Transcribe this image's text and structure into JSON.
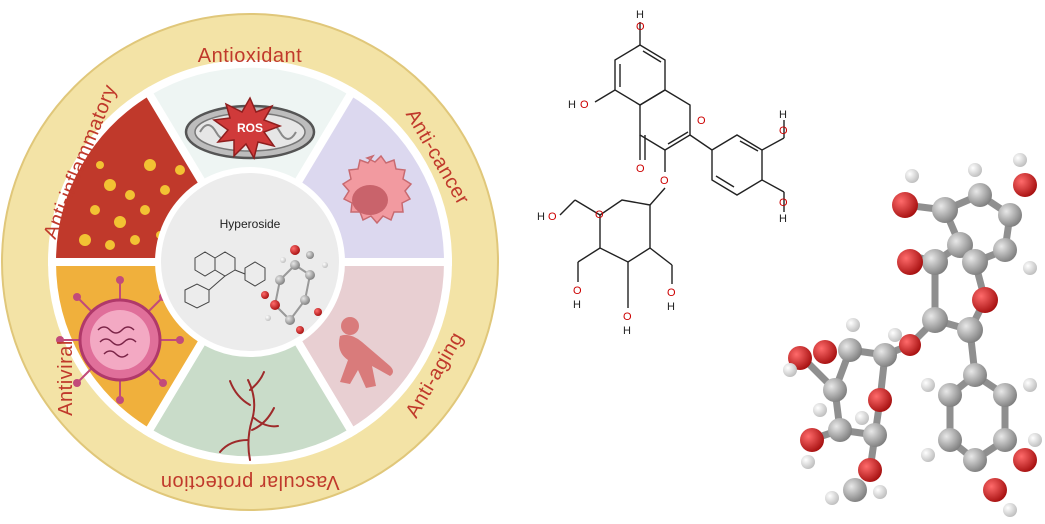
{
  "wheel": {
    "center_label": "Hyperoside",
    "activities": [
      {
        "label": "Antioxidant",
        "color": "#eef5f3",
        "icon": "mitochondria-icon",
        "icon_text": "ROS"
      },
      {
        "label": "Anti-cancer",
        "color": "#dcd8ef",
        "icon": "cancer-cell-icon"
      },
      {
        "label": "Anti-aging",
        "color": "#e8cfd2",
        "icon": "aging-body-icon"
      },
      {
        "label": "Vascular protection",
        "color": "#c9dcc9",
        "icon": "blood-vessel-icon"
      },
      {
        "label": "Antiviral",
        "color": "#f0b03c",
        "icon": "virus-icon"
      },
      {
        "label": "Anti-inflammatory",
        "color": "#c0392b",
        "icon": "inflammation-dots-icon"
      }
    ],
    "ring_color": "#f3e3a6",
    "text_color": "#c0392b"
  },
  "structure_2d": {
    "atoms": {
      "oh": "O",
      "h": "H",
      "o": "O"
    }
  },
  "model_3d": {
    "carbon_color": "#a6a6a6",
    "oxygen_color": "#e01b1b",
    "hydrogen_color": "#f2f2f2"
  }
}
